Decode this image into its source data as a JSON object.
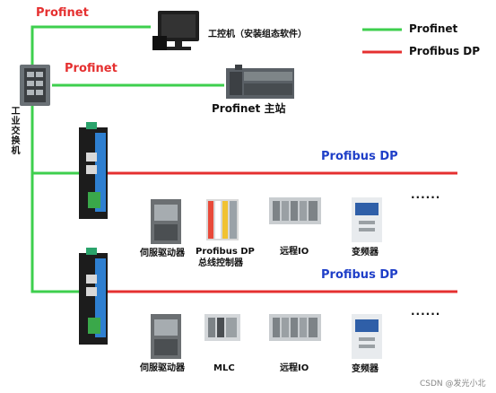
{
  "top": {
    "profinet_label_1": "Profinet",
    "profinet_label_2": "Profinet",
    "pc_label": "工控机（安装组态软件）",
    "plc_label": "Profinet 主站",
    "switch_label": "工业交换机"
  },
  "legend": {
    "profinet": "Profinet",
    "profibus": "Profibus DP",
    "profinet_color": "#3ecf4e",
    "profibus_color": "#e53030"
  },
  "bus1": {
    "title": "Profibus DP",
    "devices": [
      "伺服驱动器",
      "Profibus DP",
      "总线控制器",
      "远程IO",
      "变频器"
    ],
    "more": "······"
  },
  "bus2": {
    "title": "Profibus DP",
    "devices": [
      "伺服驱动器",
      "MLC",
      "远程IO",
      "变频器"
    ],
    "more": "······"
  },
  "watermark": "CSDN @发光小北",
  "icons": [
    "computer-icon",
    "plc-icon",
    "switch-icon",
    "gateway-icon",
    "servo-drive-icon",
    "bus-controller-icon",
    "remote-io-icon",
    "inverter-icon",
    "mlc-icon"
  ]
}
